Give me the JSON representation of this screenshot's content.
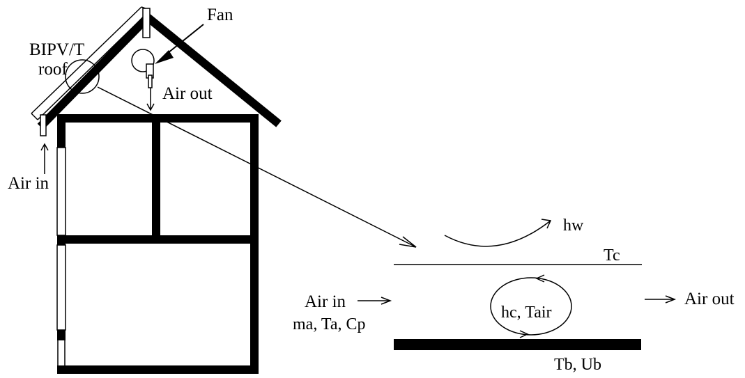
{
  "labels": {
    "fan": "Fan",
    "bipvt_line1": "BIPV/T",
    "bipvt_line2": "roof",
    "air_out_roof": "Air out",
    "air_in_house": "Air in",
    "h_w": "hw",
    "T_c": "Tc",
    "air_in_channel": "Air in",
    "channel_inputs": "ma, Ta, Cp",
    "h_c_T_air": "hc, Tair",
    "air_out_channel": "Air out",
    "T_b_U_b": "Tb, Ub"
  },
  "colors": {
    "ink": "#000000",
    "background": "#ffffff"
  }
}
